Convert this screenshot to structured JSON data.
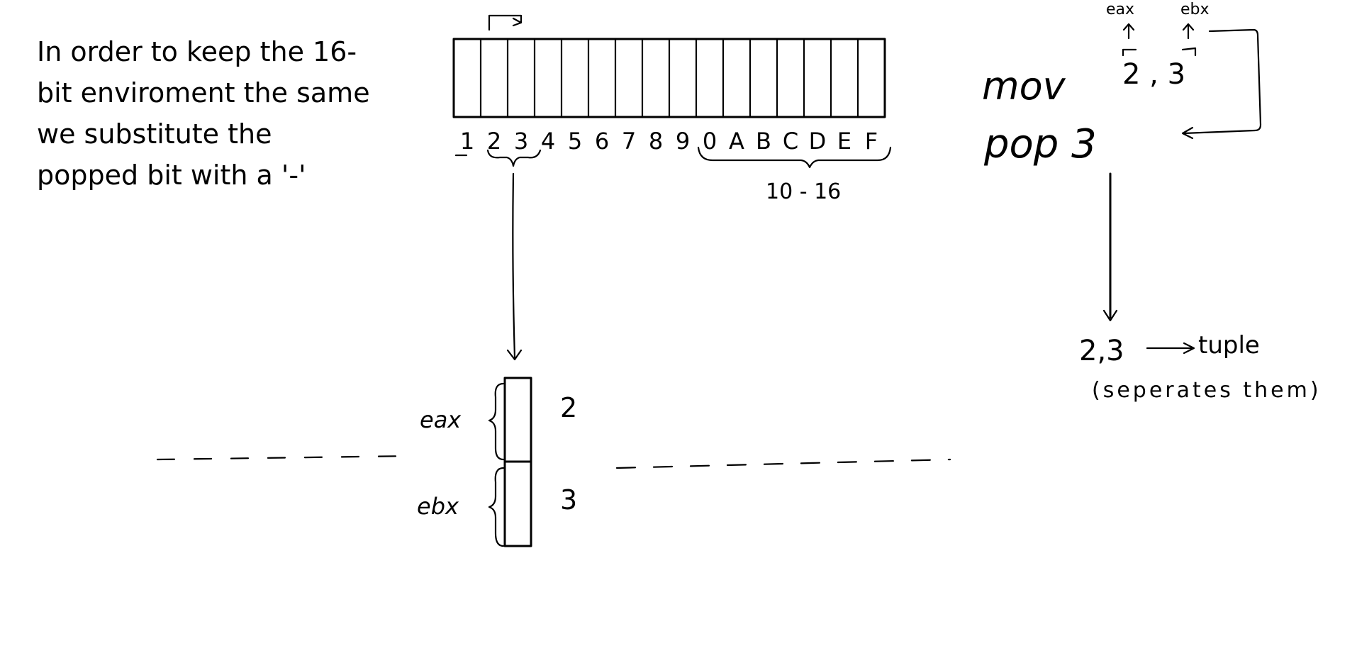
{
  "note": {
    "lines": [
      "In order to keep the 16-",
      "bit enviroment the same",
      "we substitute the",
      "popped bit with a '-'"
    ]
  },
  "bit_strip": {
    "labels": [
      "1",
      "2",
      "3",
      "4",
      "5",
      "6",
      "7",
      "8",
      "9",
      "0",
      "A",
      "B",
      "C",
      "D",
      "E",
      "F"
    ],
    "range_label": "10 - 16"
  },
  "stack": {
    "registers": [
      {
        "name": "eax",
        "value": "2"
      },
      {
        "name": "ebx",
        "value": "3"
      }
    ]
  },
  "code": {
    "reg_eax": "eax",
    "reg_ebx": "ebx",
    "mov_keyword": "mov",
    "mov_args": "2 , 3",
    "pop_line": "pop 3"
  },
  "result": {
    "tuple_value": "2,3",
    "tuple_word": "tuple",
    "tuple_note": "(seperates them)"
  }
}
